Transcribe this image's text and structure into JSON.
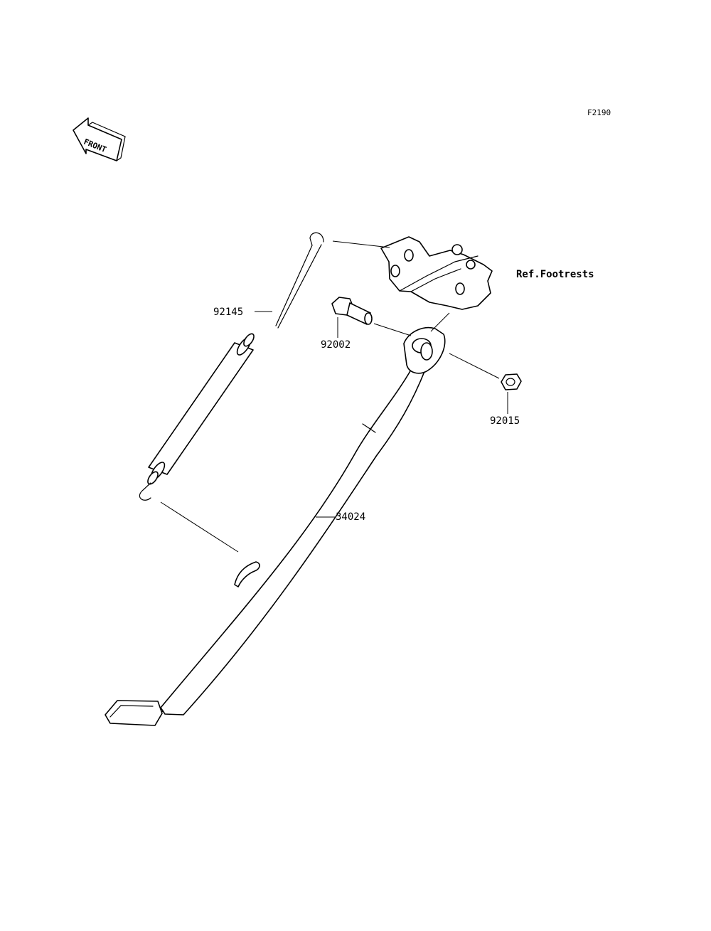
{
  "diagram_code": "F2190",
  "front_indicator": {
    "text": "FRONT",
    "icon": "front-arrow-icon"
  },
  "reference_note": "Ref.Footrests",
  "parts": {
    "spring": {
      "number": "92145"
    },
    "bolt": {
      "number": "92002"
    },
    "nut": {
      "number": "92015"
    },
    "stand": {
      "number": "34024"
    }
  }
}
